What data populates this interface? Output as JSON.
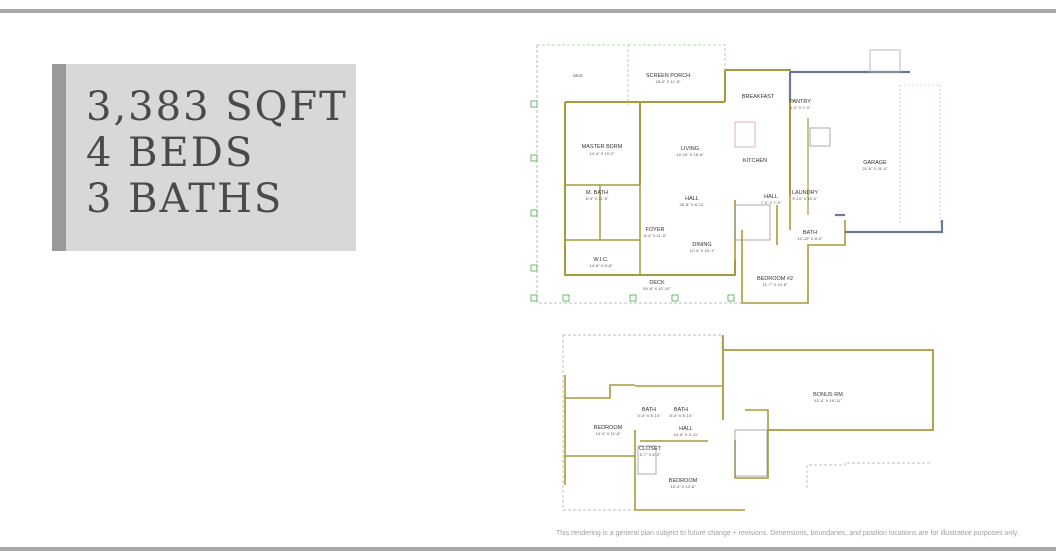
{
  "stats": {
    "sqft": "3,383 SQFT",
    "beds": "4 BEDS",
    "baths": "3 BATHS"
  },
  "first_floor": {
    "rooms": [
      {
        "name": "DECK",
        "dim": ""
      },
      {
        "name": "SCREEN PORCH",
        "dim": "18'-0\" X 11'-8\""
      },
      {
        "name": "BREAKFAST",
        "dim": ""
      },
      {
        "name": "PANTRY",
        "dim": "4'-2\" X 7'-0\""
      },
      {
        "name": "MASTER BDRM",
        "dim": "14'-4\" X 19'-2\""
      },
      {
        "name": "LIVING",
        "dim": "14'-10\" X 16'-8\""
      },
      {
        "name": "KITCHEN",
        "dim": ""
      },
      {
        "name": "GARAGE",
        "dim": "21'-8\" X 31'-0\""
      },
      {
        "name": "M. BATH",
        "dim": "8'-9\" X 11'-5\""
      },
      {
        "name": "HALL",
        "dim": "26'-8\" X 8'-11\""
      },
      {
        "name": "HALL",
        "dim": "7'-0\" X 7'-0\""
      },
      {
        "name": "LAUNDRY",
        "dim": "9'-10\" X 19'-2\""
      },
      {
        "name": "FOYER",
        "dim": "6'-4\" X 11'-5\""
      },
      {
        "name": "BATH",
        "dim": "10'-10\" X 8'-0\""
      },
      {
        "name": "DINING",
        "dim": "12'-4\" X 15'-1\""
      },
      {
        "name": "W.I.C.",
        "dim": "14'-8\" X 8'-8\""
      },
      {
        "name": "BEDROOM #2",
        "dim": "11'-7\" X 13'-8\""
      },
      {
        "name": "DECK",
        "dim": "59'-8\" X 42'-10\""
      }
    ]
  },
  "second_floor": {
    "rooms": [
      {
        "name": "BONUS RM",
        "dim": "42'-4\" X 19'-11\""
      },
      {
        "name": "BATH",
        "dim": "4'-3\" X 8'-10\""
      },
      {
        "name": "BATH",
        "dim": "8'-3\" X 8'-10\""
      },
      {
        "name": "BEDROOM",
        "dim": "14'-4\" X 11'-8\""
      },
      {
        "name": "HALL",
        "dim": "14'-8\" X 3'-11\""
      },
      {
        "name": "CLOSET",
        "dim": "5'-7\" X 8'-2\""
      },
      {
        "name": "BEDROOM",
        "dim": "15'-4\" X 13'-8\""
      }
    ]
  },
  "disclaimer": "This rendering is a general plan subject to future change + revisions. Dimensions, boundaries, and position locations are for illustrative purposes only.",
  "colors": {
    "wall": "#a89a3a",
    "garage_wall": "#6b7a90",
    "box": "#d8d8d8",
    "rule": "#a9a9a9"
  }
}
